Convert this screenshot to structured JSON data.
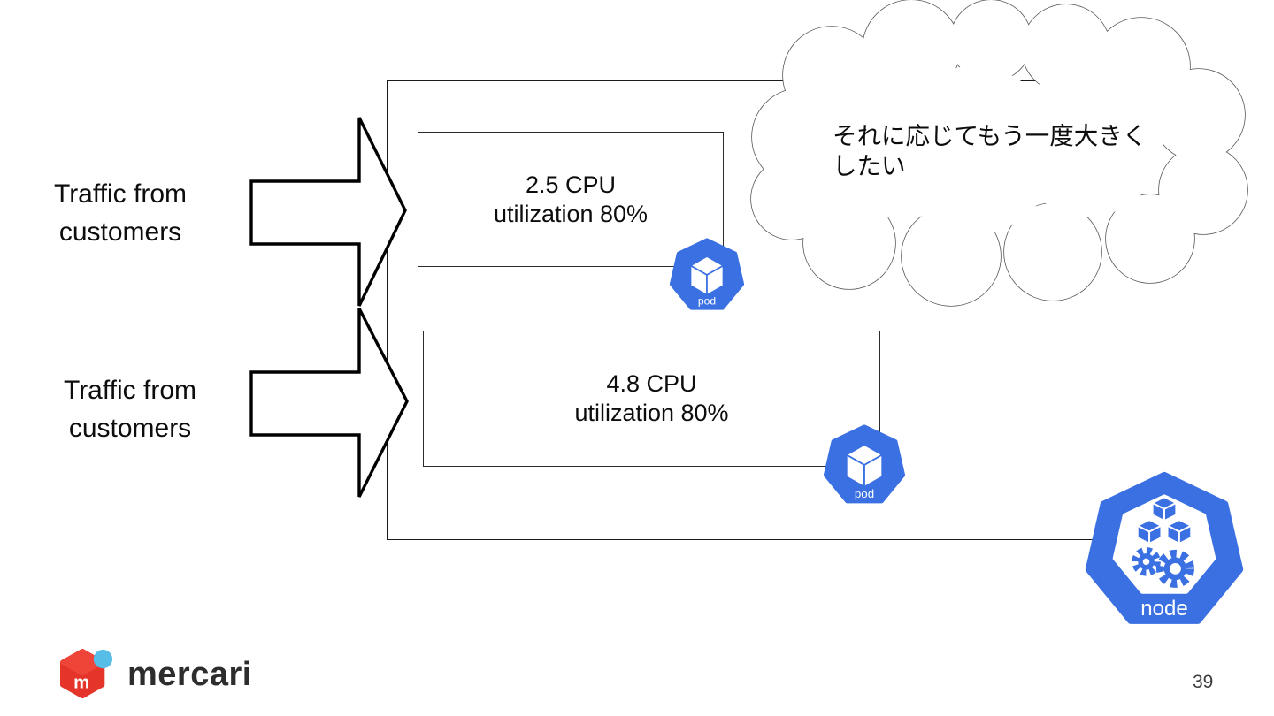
{
  "traffic_labels": [
    {
      "line1": "Traffic from",
      "line2": "customers"
    },
    {
      "line1": "Traffic from",
      "line2": "customers"
    }
  ],
  "node_box": {
    "pods": [
      {
        "cpu": "2.5 CPU",
        "utilization": "utilization 80%"
      },
      {
        "cpu": "4.8 CPU",
        "utilization": "utilization 80%"
      }
    ]
  },
  "icons": {
    "pod_label": "pod",
    "node_label": "node"
  },
  "callout": {
    "line1": "それに応じてもう一度大きく",
    "line2": "したい"
  },
  "footer": {
    "brand_name": "mercari",
    "brand_letter": "m",
    "page_number": "39"
  },
  "colors": {
    "kubernetes_blue": "#3A70E2",
    "cloud_outline": "#595959",
    "diagram_line": "#000000",
    "mercari_red": "#E5352B",
    "mercari_red_top": "#EF4438",
    "mercari_dot_blue": "#55BDE6",
    "text": "#0d0d0d"
  }
}
